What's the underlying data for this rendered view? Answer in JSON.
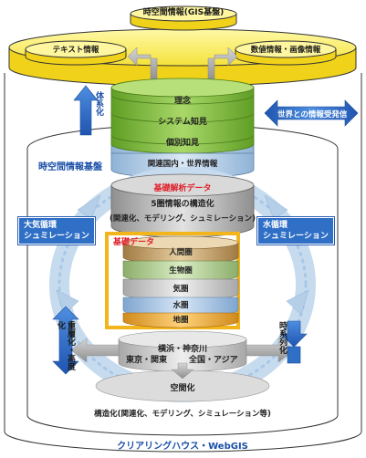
{
  "top": {
    "center_label": "時空間情報(GIS基盤)",
    "left_label": "テキスト情報",
    "right_label": "数値情報・画像情報"
  },
  "green_stack": {
    "layers": [
      "理念",
      "システム知見",
      "個別知見"
    ]
  },
  "taikeika": "体系化",
  "world_exchange": "世界との情報受発信",
  "kanren": "関連国内・世界情報",
  "jikukan_kiban": "時空間情報基盤",
  "kiso_kaiseki": {
    "title": "基礎解析データ",
    "line1": "5圏情報の構造化",
    "line2": "(関連化、モデリング、シュミレーション)"
  },
  "kiso_data": {
    "title": "基礎データ",
    "layers": [
      "人間圏",
      "生物圏",
      "気圏",
      "水圏",
      "地圏"
    ]
  },
  "left_box": {
    "line1": "大気循環",
    "line2": "シュミレーション"
  },
  "right_box": {
    "line1": "水循環",
    "line2": "シュミレーション"
  },
  "left_vertical": "重層化・高度化",
  "right_vertical": "時系列化",
  "regions": {
    "line1": "横浜・神奈川",
    "line2_left": "東京・関東",
    "line2_right": "全国・アジア"
  },
  "kukanka": "空間化",
  "bottom_structure": "構造化(関連化、モデリング、シミュレーション等)",
  "footer": "クリアリングハウス・WebGIS",
  "colors": {
    "accent_blue": "#2f6fc6",
    "title_blue": "#1a4fa8",
    "red": "#e0202a",
    "green": "#7cb839",
    "gold": "#f2b61c"
  }
}
